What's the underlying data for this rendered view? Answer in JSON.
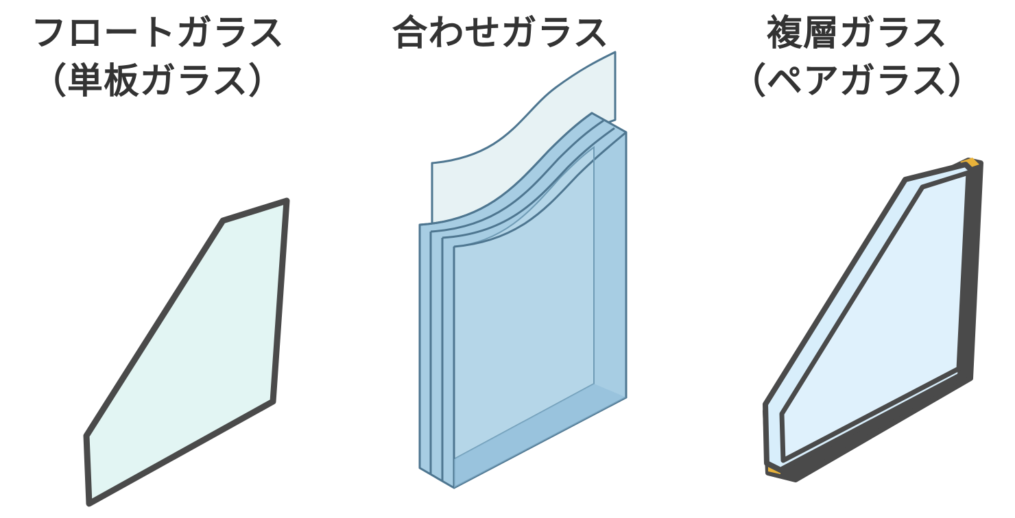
{
  "panels": [
    {
      "id": "float",
      "title_line1": "フロートガラス",
      "title_line2": "（単板ガラス）"
    },
    {
      "id": "laminated",
      "title_line1": "合わせガラス",
      "title_line2": ""
    },
    {
      "id": "double",
      "title_line1": "複層ガラス",
      "title_line2": "（ペアガラス）"
    }
  ],
  "colors": {
    "title_text": "#333333",
    "outline_dark": "#4a4a4a",
    "float_glass_fill": "#e2f5f3",
    "laminated_front": "#a7cde3",
    "laminated_side": "#86b3cf",
    "laminated_film": "#e3f0f2",
    "laminated_stroke": "#4e7690",
    "double_pane_fill": "#d8eefb",
    "double_spacer": "#e8b23a"
  }
}
